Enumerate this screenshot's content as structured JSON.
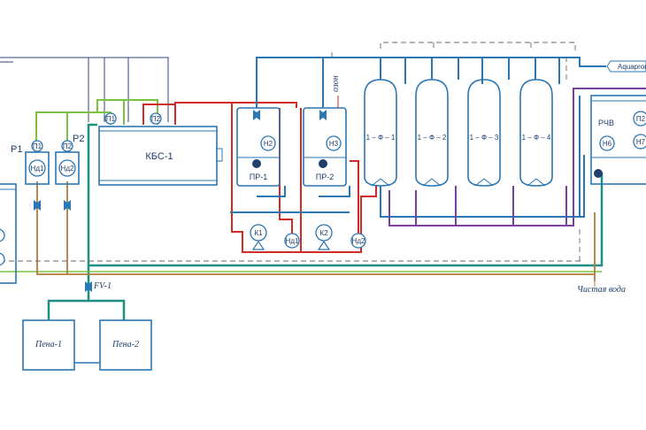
{
  "tanks": {
    "kbs": "КБС-1",
    "pr1": "ПР-1",
    "pr2": "ПР-2",
    "rchv": "РЧВ",
    "pena1": "Пена-1",
    "pena2": "Пена-2"
  },
  "filters": [
    "1 – Ф – 1",
    "1 – Ф – 2",
    "1 – Ф – 3",
    "1 – Ф – 4"
  ],
  "instruments": {
    "p1": "Р1",
    "p2": "Р2",
    "u1": "П1",
    "u2": "П2",
    "nd1": "Нд1",
    "nd2": "Нд2",
    "a1": "П1",
    "a2": "П2",
    "n2": "Н2",
    "n3": "Н3",
    "n6": "Н6",
    "n7": "Н7",
    "k1": "К1",
    "k2": "К2",
    "nd3": "Нд1",
    "nd4": "Нд2",
    "rp2": "П2"
  },
  "labels": {
    "ozon": "озон",
    "clean_water": "Чистая вода",
    "fv": "FV-1",
    "aquaprom": "Aquaprom"
  },
  "colors": {
    "blue": "#2a77b5",
    "red": "#d22a26",
    "green": "#7cc242",
    "teal": "#1f8f86",
    "brown": "#b07c3a",
    "purple": "#7b3fa0",
    "navy": "#33457a"
  }
}
